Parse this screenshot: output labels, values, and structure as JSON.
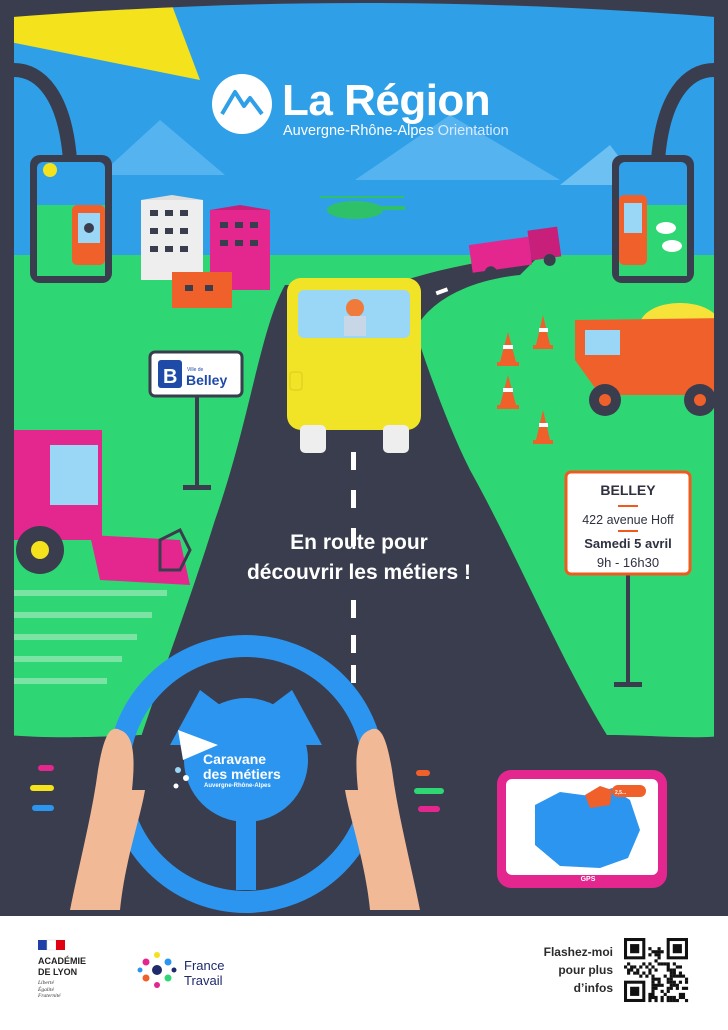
{
  "header": {
    "brand_title": "La Région",
    "brand_subtitle_main": "Auvergne-Rhône-Alpes",
    "brand_subtitle_accent": "Orientation"
  },
  "headline": {
    "line1": "En route pour",
    "line2": "découvrir les métiers !"
  },
  "event_sign": {
    "city": "BELLEY",
    "address": "422 avenue Hoff",
    "date": "Samedi 5 avril",
    "hours": "9h - 16h30"
  },
  "city_sign": {
    "prefix": "Ville de",
    "name": "Belley"
  },
  "wheel_logo": {
    "line1": "Caravane",
    "line2": "des métiers",
    "sub": "Auvergne-Rhône-Alpes"
  },
  "gps": {
    "label": "GPS",
    "badge": "2,5..."
  },
  "footer": {
    "academie_line1": "ACADÉMIE",
    "academie_line2": "DE LYON",
    "motto": [
      "Liberté",
      "Égalité",
      "Fraternité"
    ],
    "france_travail_line1": "France",
    "france_travail_line2": "Travail",
    "qr_line1": "Flashez-moi",
    "qr_line2": "pour plus",
    "qr_line3": "d’infos"
  },
  "colors": {
    "sky": "#2f9fe8",
    "frame": "#3a3d4d",
    "grass": "#2fd774",
    "road": "#3a3d4d",
    "bus_yellow": "#f1e325",
    "wheel_blue": "#2c95f0",
    "magenta": "#e4268f",
    "orange": "#f0602a",
    "sign_orange": "#f05a1e"
  },
  "icons": [
    "region-logo-icon",
    "city-sign-b-icon",
    "caravane-logo-icon",
    "marianne-icon",
    "france-travail-logo-icon",
    "qr-code-icon"
  ]
}
